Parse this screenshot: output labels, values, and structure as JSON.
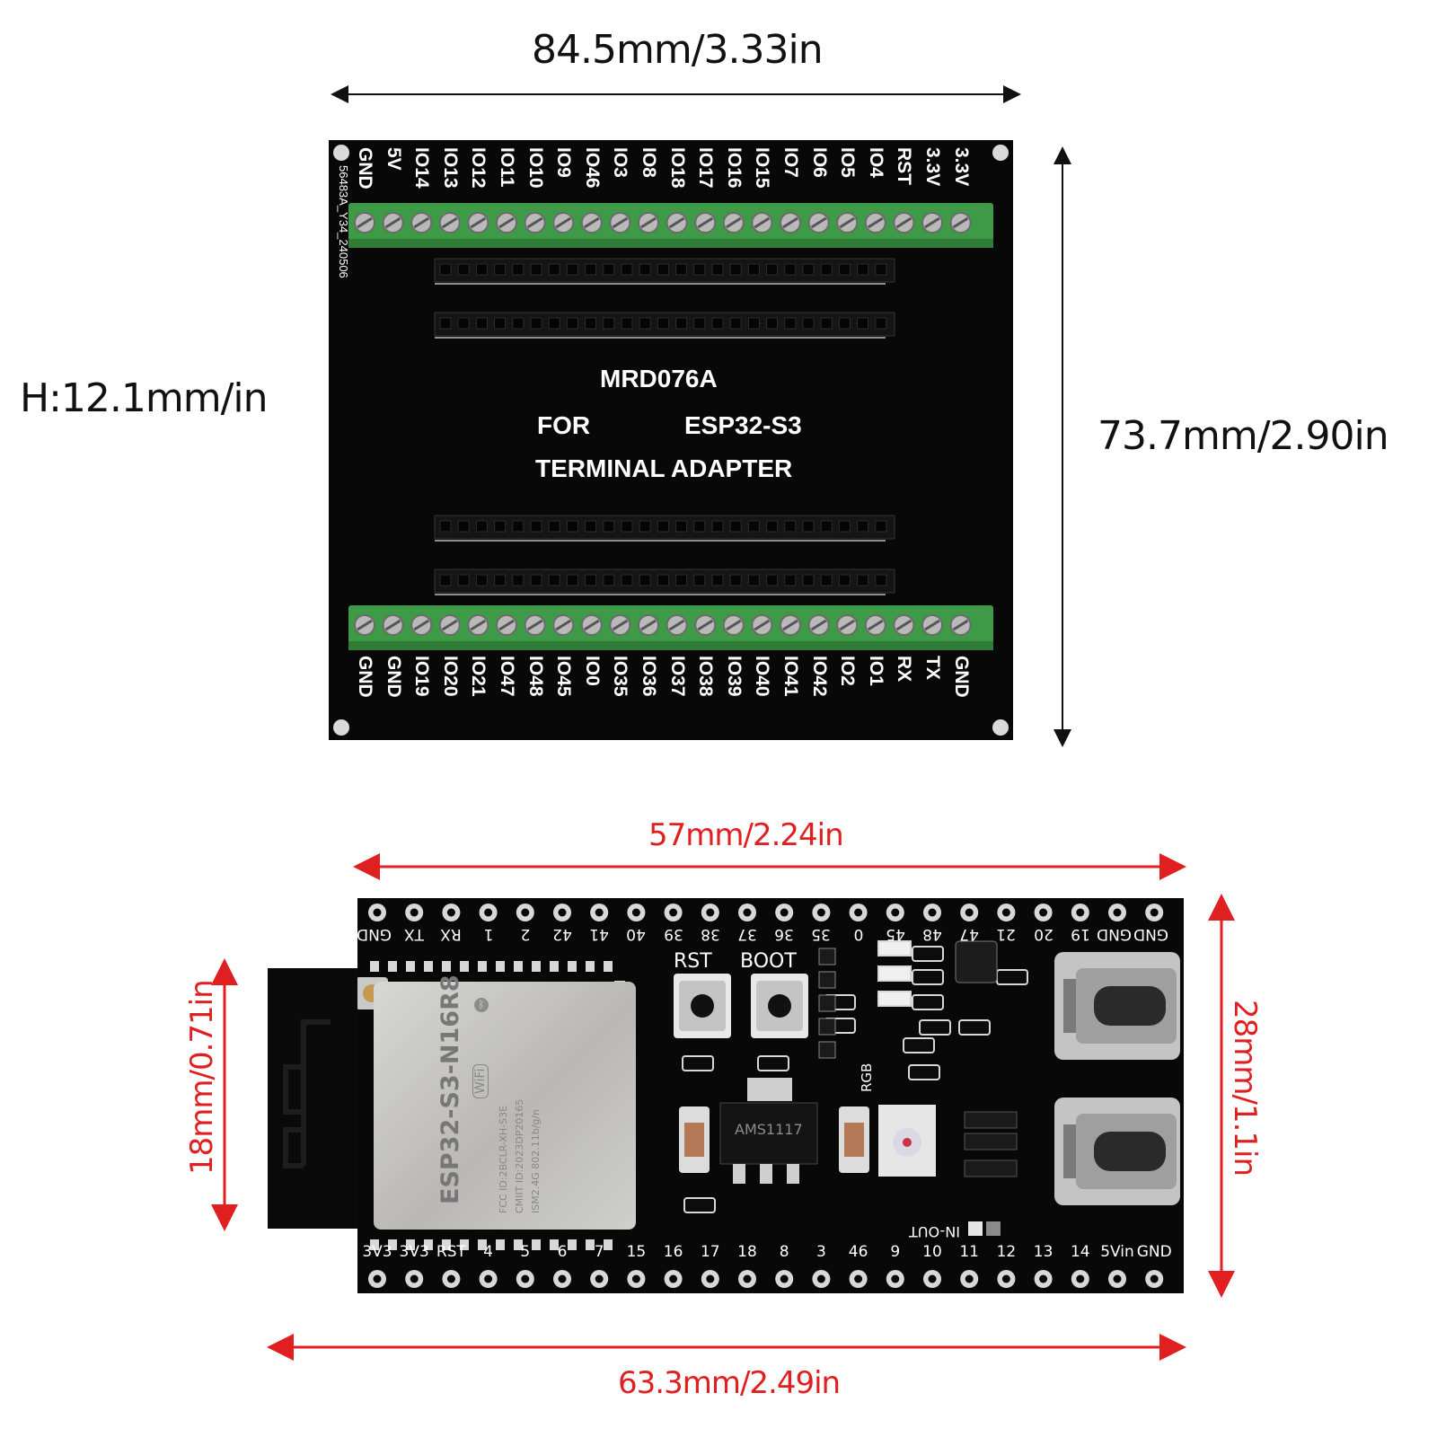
{
  "dimensions": {
    "adapter_width": "84.5mm/3.33in",
    "adapter_height": "73.7mm/2.90in",
    "adapter_thickness": "H:12.1mm/in",
    "module_width_pins": "57mm/2.24in",
    "module_width_total": "63.3mm/2.49in",
    "module_height": "28mm/1.1in",
    "antenna_height": "18mm/0.71in"
  },
  "adapter": {
    "model": "MRD076A",
    "for_label": "FOR",
    "chip_label": "ESP32-S3",
    "type_label": "TERMINAL ADAPTER",
    "serial": "56483A_Y34_240506",
    "top_pins": [
      "GND",
      "5V",
      "IO14",
      "IO13",
      "IO12",
      "IO11",
      "IO10",
      "IO9",
      "IO46",
      "IO3",
      "IO8",
      "IO18",
      "IO17",
      "IO16",
      "IO15",
      "IO7",
      "IO6",
      "IO5",
      "IO4",
      "RST",
      "3.3V",
      "3.3V"
    ],
    "bottom_pins": [
      "GND",
      "GND",
      "IO19",
      "IO20",
      "IO21",
      "IO47",
      "IO48",
      "IO45",
      "IO0",
      "IO35",
      "IO36",
      "IO37",
      "IO38",
      "IO39",
      "IO40",
      "IO41",
      "IO42",
      "IO2",
      "IO1",
      "RX",
      "TX",
      "GND"
    ]
  },
  "module": {
    "top_row": [
      "GND",
      "TX",
      "RX",
      "1",
      "2",
      "42",
      "41",
      "40",
      "39",
      "38",
      "37",
      "36",
      "35",
      "0",
      "45",
      "48",
      "47",
      "21",
      "20",
      "19",
      "GND",
      "GND"
    ],
    "bottom_row": [
      "3V3",
      "3V3",
      "RST",
      "4",
      "5",
      "6",
      "7",
      "15",
      "16",
      "17",
      "18",
      "8",
      "3",
      "46",
      "9",
      "10",
      "11",
      "12",
      "13",
      "14",
      "5Vin",
      "GND"
    ],
    "chip": "ESP32-S3-N16R8",
    "rst_label": "RST",
    "boot_label": "BOOT",
    "rgb_label": "RGB",
    "inout_label": "IN-OUT",
    "regulator": "AMS1117",
    "wifi": "WiFi",
    "fcc": "FCC ID:2BCLR-XH-S3E",
    "cmiit": "CMIIT ID:2023DP20165",
    "ism": "ISM2.4G  802.11b/g/n"
  }
}
